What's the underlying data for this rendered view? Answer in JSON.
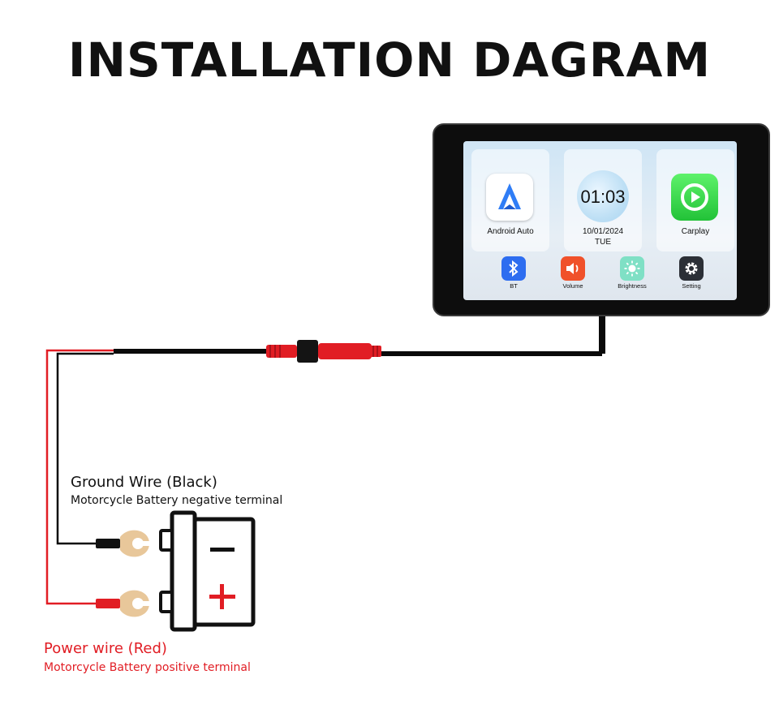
{
  "title": "INSTALLATION DAGRAM",
  "device": {
    "cards": {
      "android_auto": "Android Auto",
      "clock_time": "01:03",
      "date": "10/01/2024",
      "day": "TUE",
      "carplay": "Carplay"
    },
    "dock": {
      "bt": "BT",
      "volume": "Volume",
      "brightness": "Brightness",
      "setting": "Setting"
    }
  },
  "labels": {
    "ground_title": "Ground Wire (Black)",
    "ground_sub": "Motorcycle Battery negative terminal",
    "power_title": "Power wire (Red)",
    "power_sub": "Motorcycle Battery positive terminal"
  },
  "colors": {
    "wire_black": "#0a0a0a",
    "wire_red": "#e11d24",
    "power_text": "#e11d24",
    "terminal_gold": "#e8c79a"
  }
}
